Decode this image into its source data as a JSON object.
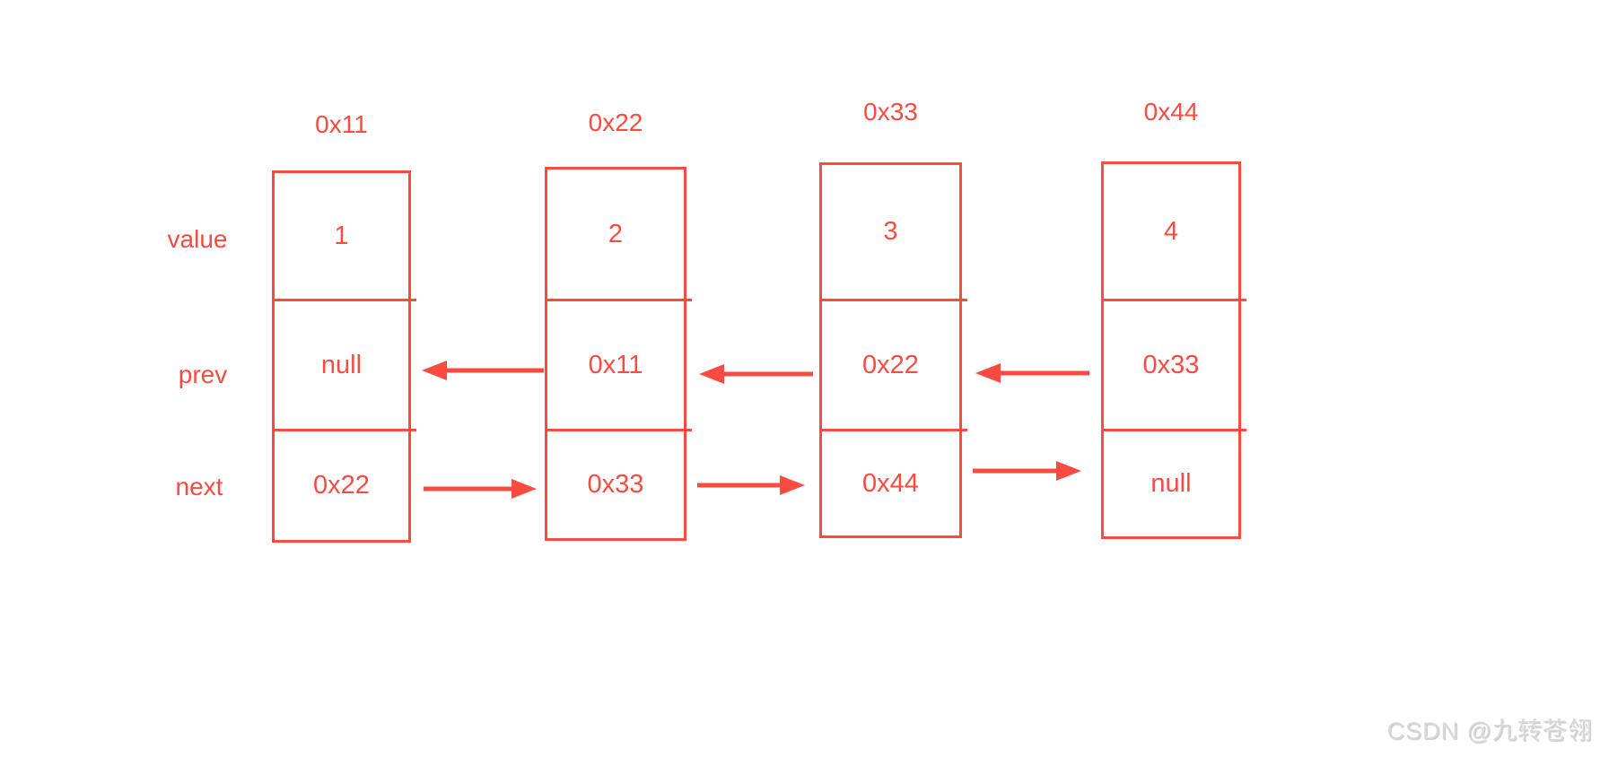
{
  "diagram": {
    "type": "doubly-linked-list",
    "row_labels": [
      "value",
      "prev",
      "next"
    ],
    "nodes": [
      {
        "address": "0x11",
        "value": "1",
        "prev": "null",
        "next": "0x22"
      },
      {
        "address": "0x22",
        "value": "2",
        "prev": "0x11",
        "next": "0x33"
      },
      {
        "address": "0x33",
        "value": "3",
        "prev": "0x22",
        "next": "0x44"
      },
      {
        "address": "0x44",
        "value": "4",
        "prev": "0x33",
        "next": "null"
      }
    ],
    "links": {
      "next": [
        {
          "from": "0x11",
          "to": "0x22"
        },
        {
          "from": "0x22",
          "to": "0x33"
        },
        {
          "from": "0x33",
          "to": "0x44"
        }
      ],
      "prev": [
        {
          "from": "0x22",
          "to": "0x11"
        },
        {
          "from": "0x33",
          "to": "0x22"
        },
        {
          "from": "0x44",
          "to": "0x33"
        }
      ]
    },
    "colors": {
      "accent": "#f94b42",
      "background": "#ffffff",
      "watermark_gray": "#d8d8d8"
    }
  },
  "watermark": {
    "text": "CSDN @九转苍翎"
  }
}
